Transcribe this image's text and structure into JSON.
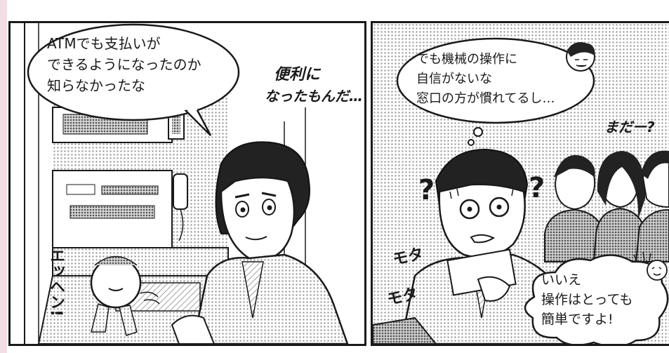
{
  "panel_left": {
    "bubble_lines": [
      "ATMでも支払いが",
      "できるようになったのか",
      "知らなかったな"
    ],
    "thought_lines": [
      "便利に",
      "なったもんだ…"
    ],
    "sfx_vertical": "エッヘン!"
  },
  "panel_right": {
    "thought_lines": [
      "でも機械の操作に",
      "自信がないな",
      "窓口の方が慣れてるし…"
    ],
    "queue_sfx": "まだー?",
    "question_marks": [
      "?",
      "?"
    ],
    "fumble_sfx": [
      "モタ",
      "モタ"
    ],
    "reassure_lines": [
      "いいえ",
      "操作はとっても",
      "簡単ですよ!"
    ]
  },
  "colors": {
    "ink": "#1a1a1a",
    "screentone": "#bdbdbd",
    "margin_pink": "#f3dfe3"
  }
}
